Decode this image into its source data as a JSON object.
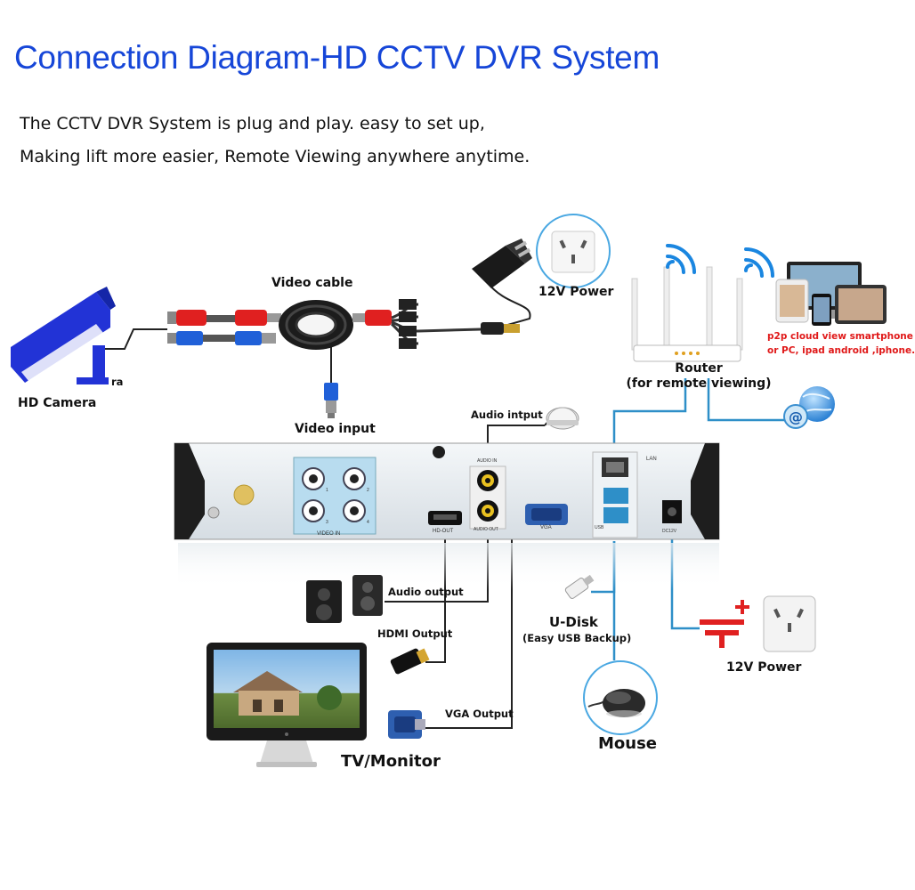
{
  "title": "Connection Diagram-HD CCTV DVR System",
  "intro": {
    "line1": "The CCTV DVR System is plug and play. easy to set up,",
    "line2": "Making lift more easier, Remote Viewing anywhere anytime."
  },
  "labels": {
    "video_cable": "Video cable",
    "power_top": "12V Power",
    "router": "Router",
    "router_sub": "(for remote viewing)",
    "p2p_line1": "p2p cloud  view smartphone",
    "p2p_line2": "or PC, ipad android ,iphone.",
    "camera_partial": "ra",
    "hd_camera": "HD Camera",
    "video_input": "Video input",
    "audio_input": "Audio intput",
    "audio_output": "Audio output",
    "hdmi_output": "HDMI Output",
    "vga_output": "VGA Output",
    "udisk": "U-Disk",
    "udisk_sub": "(Easy USB Backup)",
    "power_right": "12V Power",
    "mouse": "Mouse",
    "tv_monitor": "TV/Monitor"
  },
  "dvr_panel": {
    "video_in": "VIDEO IN",
    "audio_in": "AUDIO IN",
    "audio_out": "AUDIO OUT",
    "hd_out": "HD-OUT",
    "vga": "VGA",
    "lan": "LAN",
    "usb": "USB",
    "dc12v": "DC12V",
    "ch1": "1",
    "ch2": "2",
    "ch3": "3",
    "ch4": "4"
  },
  "colors": {
    "title": "#1646d8",
    "accent_circle": "#4aa8e2",
    "camera": "#2233d6",
    "connector_red": "#e02020",
    "connector_blue": "#2060d8",
    "usb_port": "#2e8fc8",
    "wifi": "#1a86e0",
    "p2p_text": "#e01818",
    "wire": "#222222"
  },
  "icons": {
    "camera": "cctv-camera-icon",
    "outlet": "power-outlet-icon",
    "adapter": "power-adapter-icon",
    "router": "wifi-router-icon",
    "internet": "internet-globe-icon",
    "speaker": "speaker-icon",
    "monitor": "monitor-icon",
    "hdmi": "hdmi-plug-icon",
    "vga": "vga-plug-icon",
    "mouse": "mouse-icon",
    "usb_disk": "usb-disk-icon",
    "microphone": "microphone-icon",
    "battery": "dc-power-symbol-icon"
  }
}
